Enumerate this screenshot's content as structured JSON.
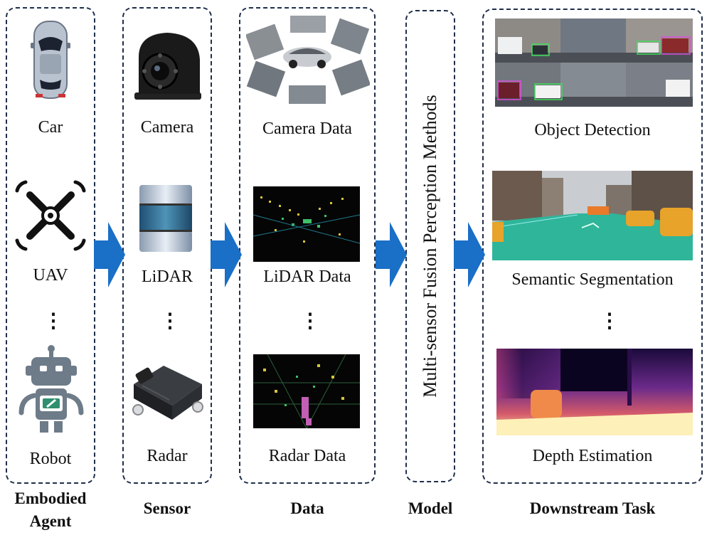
{
  "columns": {
    "agent": {
      "items": [
        "Car",
        "UAV",
        "Robot"
      ],
      "footer_line1": "Embodied",
      "footer_line2": "Agent"
    },
    "sensor": {
      "items": [
        "Camera",
        "LiDAR",
        "Radar"
      ],
      "footer": "Sensor"
    },
    "data": {
      "items": [
        "Camera Data",
        "LiDAR Data",
        "Radar Data"
      ],
      "footer": "Data"
    },
    "model": {
      "label": "Multi-sensor Fusion Perception Methods",
      "footer": "Model"
    },
    "task": {
      "items": [
        "Object Detection",
        "Semantic Segmentation",
        "Depth Estimation"
      ],
      "footer": "Downstream Task"
    }
  },
  "ellipsis": "⋮",
  "colors": {
    "border": "#1f2e4a",
    "arrow": "#1a6fc6"
  },
  "icons": [
    "car-icon",
    "drone-icon",
    "robot-icon",
    "camera-icon",
    "lidar-icon",
    "radar-icon"
  ]
}
